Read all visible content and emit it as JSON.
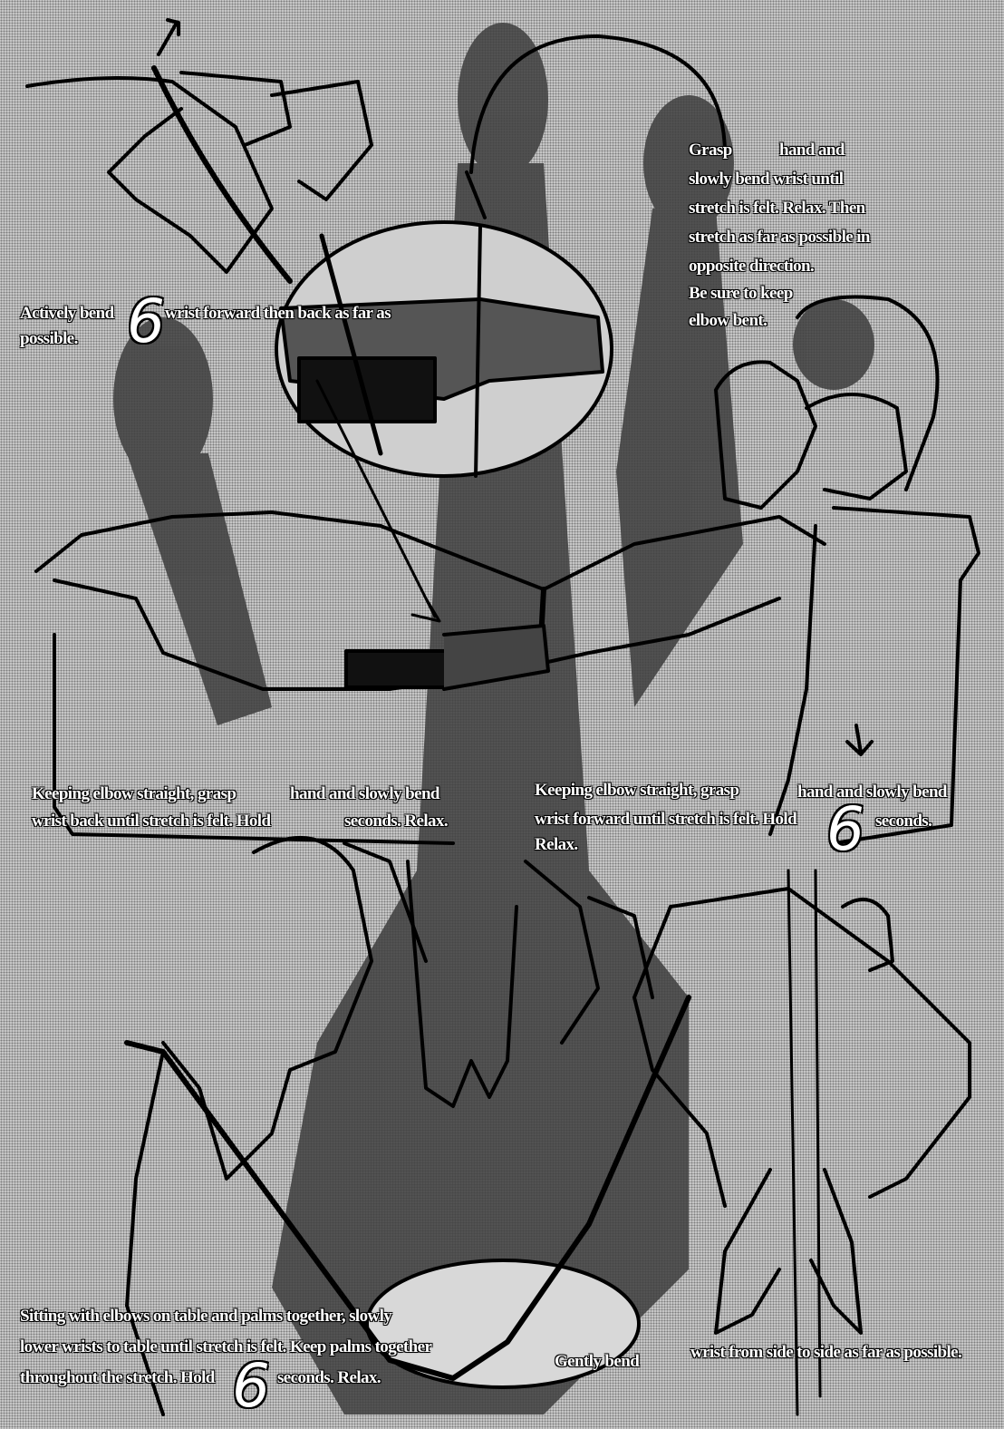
{
  "captions": {
    "c1": {
      "l1_a": "Actively bend",
      "l1_b": "wrist forward then back as far as",
      "l2": "possible.",
      "num": "6"
    },
    "c2": {
      "l1": "Grasp",
      "l1_b": "hand and",
      "l2": "slowly bend wrist until",
      "l3": "stretch is felt. Relax. Then",
      "l4": "stretch as far as possible in",
      "l5": "opposite direction.",
      "l6": "Be sure to keep",
      "l7": "elbow bent."
    },
    "c3": {
      "l1_a": "Keeping elbow straight, grasp",
      "l1_b": "hand and slowly bend",
      "l2_a": "wrist back until stretch is felt. Hold",
      "l2_b": "seconds. Relax."
    },
    "c4": {
      "l1_a": "Keeping elbow straight, grasp",
      "l1_b": "hand and slowly bend",
      "l2_a": "wrist forward until stretch is felt. Hold",
      "l2_b": "seconds.",
      "l3": "Relax.",
      "num": "6"
    },
    "c5": {
      "l1": "Sitting with elbows on table and palms together, slowly",
      "l2": "lower wrists to table until stretch is felt. Keep palms together",
      "l3_a": "throughout the stretch. Hold",
      "l3_b": "seconds. Relax.",
      "num": "6"
    },
    "c6": {
      "l1_a": "Gently bend",
      "l1_b": "wrist from side to side as far as possible."
    }
  },
  "colors": {
    "ink": "#000000",
    "paper": "#c9c9c9",
    "shadow": "#3a3a3a",
    "text": "#ffffff"
  }
}
